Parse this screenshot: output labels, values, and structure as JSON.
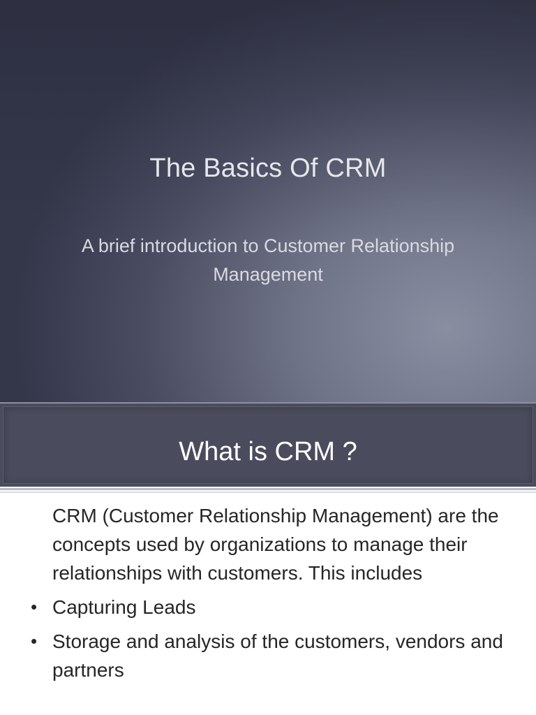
{
  "slide_title": {
    "title": "The Basics Of CRM",
    "subtitle": "A brief introduction to Customer Relationship Management"
  },
  "slide_content": {
    "heading": "What is CRM ?",
    "intro": "CRM (Customer Relationship Management) are the concepts used by organizations to manage their relationships with customers. This includes",
    "bullets": [
      "Capturing Leads",
      "Storage and analysis of the customers, vendors and partners"
    ],
    "bullet_glyph": "•"
  },
  "colors": {
    "title_bg_dark": "#34364a",
    "title_bg_light": "#8a8ea1",
    "header_band": "#4a4c5e",
    "body_text": "#262626",
    "title_text": "#e6e7ec"
  }
}
